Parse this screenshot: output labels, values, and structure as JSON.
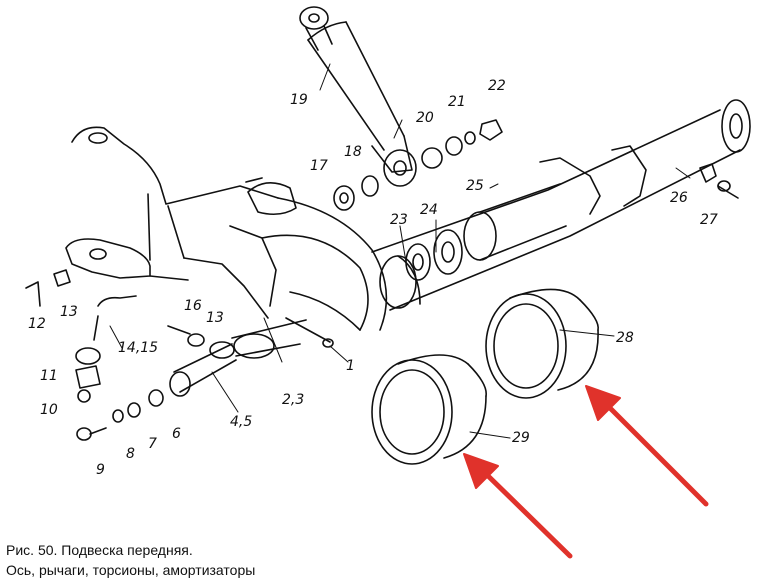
{
  "figure": {
    "caption_line1": "Рис. 50. Подвеска передняя.",
    "caption_line2": "Ось, рычаги, торсионы, амортизаторы",
    "part_labels": {
      "p1": "1",
      "p2_3": "2,3",
      "p4_5": "4,5",
      "p6": "6",
      "p7": "7",
      "p8": "8",
      "p9": "9",
      "p10": "10",
      "p11": "11",
      "p12": "12",
      "p13a": "13",
      "p13b": "13",
      "p14_15": "14,15",
      "p16": "16",
      "p17": "17",
      "p18": "18",
      "p19": "19",
      "p20": "20",
      "p21": "21",
      "p22": "22",
      "p23": "23",
      "p24": "24",
      "p25": "25",
      "p26": "26",
      "p27": "27",
      "p28": "28",
      "p29": "29"
    },
    "arrow_color": "#e0322b",
    "line_color": "#111111"
  }
}
